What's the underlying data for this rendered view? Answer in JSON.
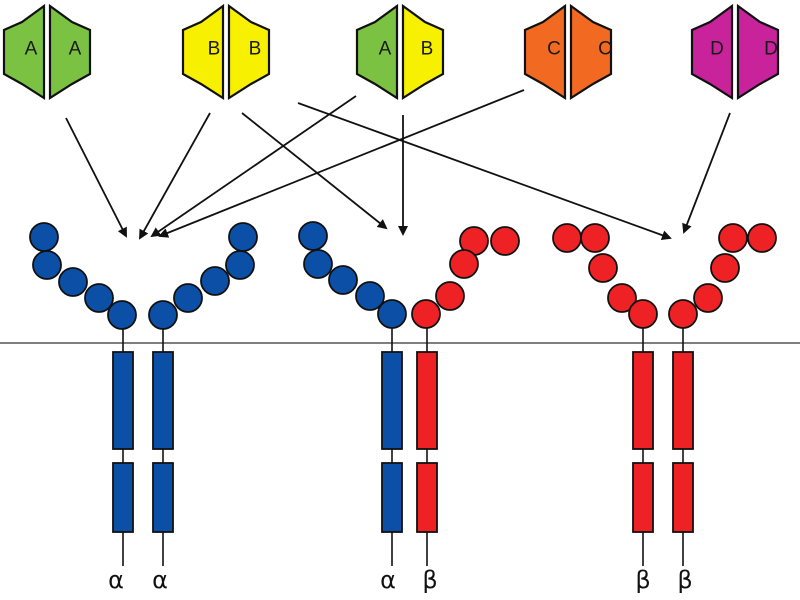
{
  "title": "Receptor dimerization and ligand binding schematic",
  "colors": {
    "A": "#7cc242",
    "B": "#f7f000",
    "C": "#f26a21",
    "D": "#c8239b",
    "alpha": "#0b4fa6",
    "beta": "#ee2124",
    "outline": "#111111",
    "membrane": "#555555"
  },
  "ligands": [
    {
      "id": "AA",
      "left": "A",
      "right": "A"
    },
    {
      "id": "BB",
      "left": "B",
      "right": "B"
    },
    {
      "id": "AB",
      "left": "A",
      "right": "B"
    },
    {
      "id": "CC",
      "left": "C",
      "right": "C"
    },
    {
      "id": "DD",
      "left": "D",
      "right": "D"
    }
  ],
  "receptors": [
    {
      "id": "alpha-alpha",
      "chains": [
        "alpha",
        "alpha"
      ],
      "labels": [
        "α",
        "α"
      ],
      "binds": [
        "AA",
        "BB",
        "AB",
        "CC"
      ]
    },
    {
      "id": "alpha-beta",
      "chains": [
        "alpha",
        "beta"
      ],
      "labels": [
        "α",
        "β"
      ],
      "binds": [
        "BB",
        "AB"
      ]
    },
    {
      "id": "beta-beta",
      "chains": [
        "beta",
        "beta"
      ],
      "labels": [
        "β",
        "β"
      ],
      "binds": [
        "BB",
        "DD"
      ]
    }
  ],
  "arrows": [
    {
      "from": "AA",
      "to": "alpha-alpha"
    },
    {
      "from": "BB",
      "to": "alpha-alpha"
    },
    {
      "from": "AB",
      "to": "alpha-alpha"
    },
    {
      "from": "CC",
      "to": "alpha-alpha"
    },
    {
      "from": "BB",
      "to": "alpha-beta"
    },
    {
      "from": "AB",
      "to": "alpha-beta"
    },
    {
      "from": "BB",
      "to": "beta-beta"
    },
    {
      "from": "DD",
      "to": "beta-beta"
    }
  ]
}
